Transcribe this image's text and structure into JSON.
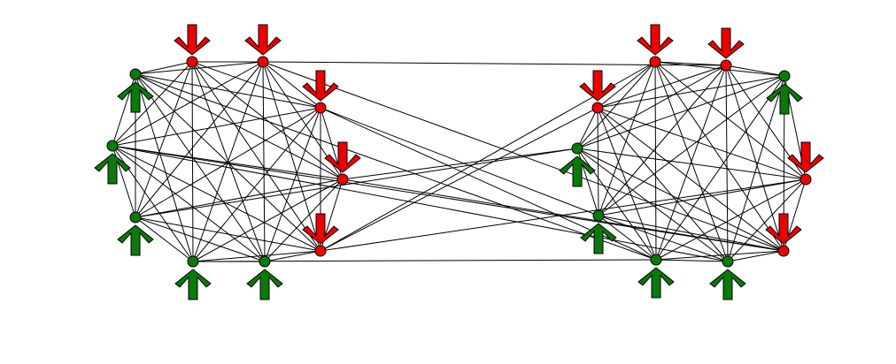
{
  "diagram": {
    "type": "network",
    "colors": {
      "background": "#ffffff",
      "edge": "#000000",
      "up_agent": "#0a7a0a",
      "down_agent": "#ee0000",
      "outline": "#000000"
    },
    "legend": "none",
    "clusters": [
      {
        "id": "left",
        "nodes": [
          {
            "id": "L1",
            "icon": "down-arrow-person-icon",
            "state": "down"
          },
          {
            "id": "L2",
            "icon": "down-arrow-person-icon",
            "state": "down"
          },
          {
            "id": "L3",
            "icon": "down-arrow-person-icon",
            "state": "down"
          },
          {
            "id": "L4",
            "icon": "down-arrow-person-icon",
            "state": "down"
          },
          {
            "id": "L5",
            "icon": "down-arrow-person-icon",
            "state": "down"
          },
          {
            "id": "L6",
            "icon": "up-arrow-person-icon",
            "state": "up"
          },
          {
            "id": "L7",
            "icon": "up-arrow-person-icon",
            "state": "up"
          },
          {
            "id": "L8",
            "icon": "up-arrow-person-icon",
            "state": "up"
          },
          {
            "id": "L9",
            "icon": "up-arrow-person-icon",
            "state": "up"
          },
          {
            "id": "L10",
            "icon": "up-arrow-person-icon",
            "state": "up"
          }
        ]
      },
      {
        "id": "right",
        "nodes": [
          {
            "id": "R1",
            "icon": "down-arrow-person-icon",
            "state": "down"
          },
          {
            "id": "R2",
            "icon": "down-arrow-person-icon",
            "state": "down"
          },
          {
            "id": "R3",
            "icon": "up-arrow-person-icon",
            "state": "up"
          },
          {
            "id": "R4",
            "icon": "down-arrow-person-icon",
            "state": "down"
          },
          {
            "id": "R5",
            "icon": "down-arrow-person-icon",
            "state": "down"
          },
          {
            "id": "R6",
            "icon": "up-arrow-person-icon",
            "state": "up"
          },
          {
            "id": "R7",
            "icon": "up-arrow-person-icon",
            "state": "up"
          },
          {
            "id": "R8",
            "icon": "up-arrow-person-icon",
            "state": "up"
          },
          {
            "id": "R9",
            "icon": "up-arrow-person-icon",
            "state": "up"
          },
          {
            "id": "R10",
            "icon": "down-arrow-person-icon",
            "state": "down"
          }
        ]
      }
    ],
    "within_cluster_edges": "complete",
    "cross_edges": [
      [
        "L2",
        "R2"
      ],
      [
        "L3",
        "R7"
      ],
      [
        "L3",
        "R8"
      ],
      [
        "L2",
        "R10"
      ],
      [
        "L6",
        "R8"
      ],
      [
        "L4",
        "R10"
      ],
      [
        "L7",
        "R9"
      ],
      [
        "L7",
        "R10"
      ],
      [
        "L5",
        "R1"
      ],
      [
        "L5",
        "R4"
      ],
      [
        "L4",
        "R6"
      ],
      [
        "L9",
        "R8"
      ],
      [
        "L8",
        "R6"
      ],
      [
        "L5",
        "R5"
      ]
    ]
  }
}
